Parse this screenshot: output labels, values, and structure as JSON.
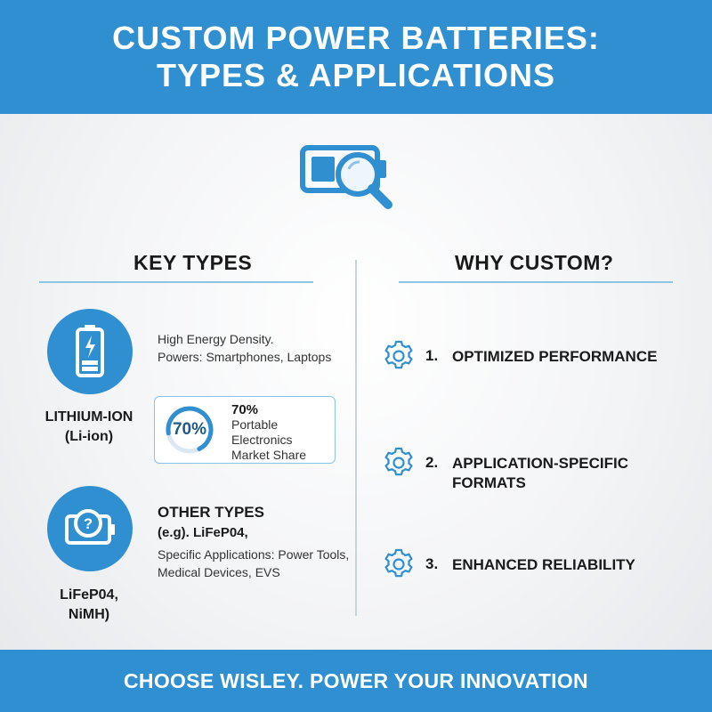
{
  "header": {
    "title_line1": "CUSTOM POWER BATTERIES:",
    "title_line2": "TYPES & APPLICATIONS"
  },
  "hero": {
    "icon": "battery-search-icon"
  },
  "key_types": {
    "title": "KEY TYPES",
    "lithium": {
      "icon": "battery-charging-icon",
      "label_line1": "LITHIUM-ION",
      "label_line2": "(Li-ion)",
      "desc_line1": "High Energy Density.",
      "desc_line2": "Powers: Smartphones, Laptops"
    },
    "stat": {
      "ring_value": 0.7,
      "ring_label": "70%",
      "value": "70%",
      "label_line1": "Portable Electronics",
      "label_line2": "Market Share"
    },
    "other": {
      "icon": "battery-question-icon",
      "label_line1": "LiFeP04,",
      "label_line2": "NiMH)",
      "heading": "OTHER TYPES",
      "example": "(e.g). LiFeP04,",
      "desc_line1": "Specific Applications: Power Tools,",
      "desc_line2": "Medical Devices, EVS"
    }
  },
  "why_custom": {
    "title": "WHY CUSTOM?",
    "items": [
      {
        "num": "1.",
        "line1": "OPTIMIZED PERFORMANCE",
        "line2": "",
        "icon": "gear-icon"
      },
      {
        "num": "2.",
        "line1": "APPLICATION-SPECIFIC",
        "line2": "FORMATS",
        "icon": "gear-icon"
      },
      {
        "num": "3.",
        "line1": "ENHANCED RELIABILITY",
        "line2": "",
        "icon": "gear-icon"
      }
    ]
  },
  "footer": {
    "text": "CHOOSE WISLEY. POWER YOUR INNOVATION"
  },
  "colors": {
    "brand_blue": "#2f8fd0",
    "accent_light": "#8cc3e8",
    "text_dark": "#1a1a1a"
  }
}
